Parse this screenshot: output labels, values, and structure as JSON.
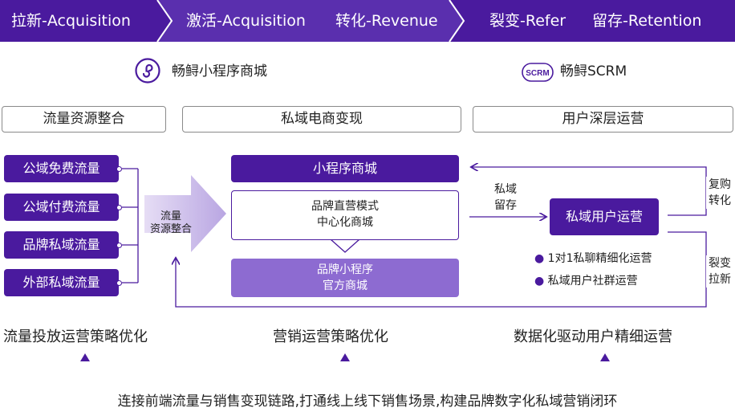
{
  "banner": {
    "stages": [
      "拉新-Acquisition",
      "激活-Acquisition",
      "转化-Revenue",
      "裂变-Refer",
      "留存-Retention"
    ]
  },
  "brands": {
    "left": "畅鲟小程序商城",
    "right": "畅鲟SCRM",
    "scrm_logo_text": "SCRM"
  },
  "sections": {
    "left": "流量资源整合",
    "middle": "私域电商变现",
    "right": "用户深层运营"
  },
  "traffic_sources": [
    "公域免费流量",
    "公域付费流量",
    "品牌私域流量",
    "外部私域流量"
  ],
  "integration_arrow_label": [
    "流量",
    "资源整合"
  ],
  "middle": {
    "mini_mall": "小程序商城",
    "direct_model": [
      "品牌直营模式",
      "中心化商城"
    ],
    "brand_mini": [
      "品牌小程序",
      "官方商城"
    ]
  },
  "retention_label": [
    "私域",
    "留存"
  ],
  "private_ops": "私域用户运营",
  "ops_points": [
    "1对1私聊精细化运营",
    "私域用户社群运营"
  ],
  "side_labels": {
    "repurchase": [
      "复购",
      "转化"
    ],
    "fission": [
      "裂变",
      "拉新"
    ]
  },
  "strategies": [
    "流量投放运营策略优化",
    "营销运营策略优化",
    "数据化驱动用户精细运营"
  ],
  "footer": "连接前端流量与销售变现链路,打通线上线下销售场景,构建品牌数字化私域营销闭环",
  "colors": {
    "primary": "#4a1a9e",
    "light_purple": "#8d6bd1",
    "banner_light": "#5d36b5"
  },
  "icons": [
    "mini-program-icon",
    "scrm-logo-icon"
  ]
}
